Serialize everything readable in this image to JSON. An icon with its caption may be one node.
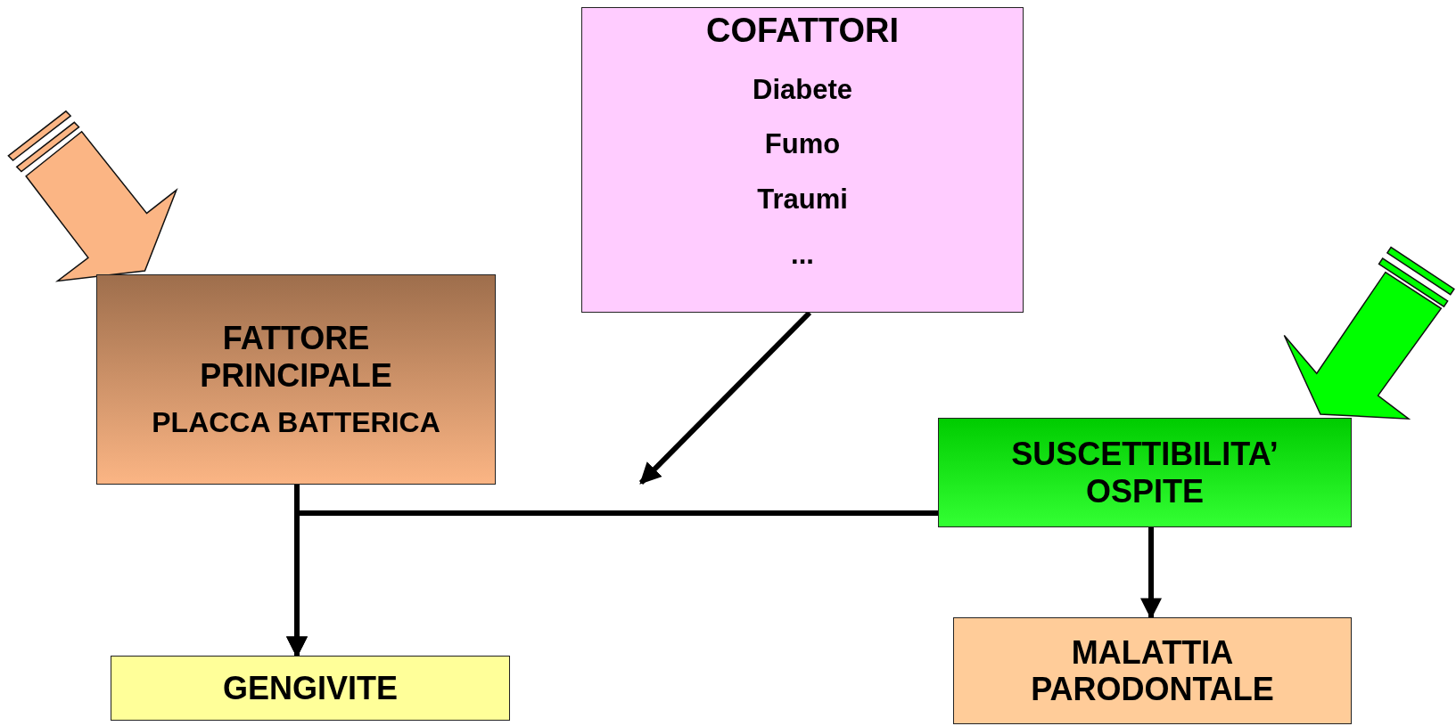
{
  "diagram": {
    "nodes": [
      {
        "text": [
          "COFATTORI",
          "Diabete",
          "Fumo",
          "Traumi",
          "..."
        ]
      },
      {
        "text": [
          "FATTORE PRINCIPALE",
          "PLACCA BATTERICA"
        ]
      },
      {
        "text": [
          "SUSCETTIBILITA’ OSPITE"
        ]
      },
      {
        "text": [
          "GENGIVITE"
        ]
      },
      {
        "text": [
          "MALATTIA PARODONTALE"
        ]
      }
    ],
    "edges": [
      {
        "from": null,
        "to": 1,
        "arrow": "to",
        "style": "thick",
        "color": "#fbb584"
      },
      {
        "from": null,
        "to": 2,
        "arrow": "to",
        "style": "thick",
        "color": "#00ff00"
      },
      {
        "from": 1,
        "to": 3,
        "arrow": "to"
      },
      {
        "from": 2,
        "to": 3,
        "arrow": "to"
      },
      {
        "from": 0,
        "to": null,
        "arrow": "to"
      },
      {
        "from": 2,
        "to": 4,
        "arrow": "to"
      }
    ]
  }
}
